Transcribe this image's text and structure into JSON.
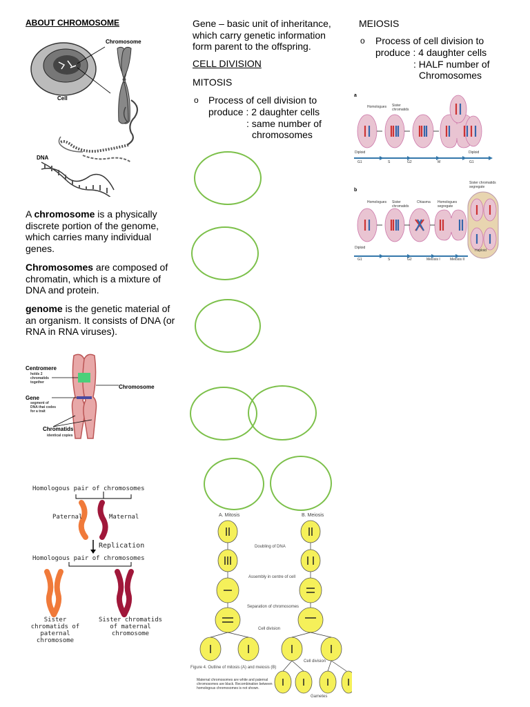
{
  "col1": {
    "heading": "ABOUT CHROMOSOME",
    "fig1_labels": {
      "chromosome": "Chromosome",
      "cell": "Cell",
      "dna": "DNA"
    },
    "p1_term": "chromosome",
    "p1_pre": "A",
    "p1_post": "is a physically discrete portion of the genome, which carries many individual genes.",
    "p2_term": "Chromosomes",
    "p2_post": "are composed of chromatin, which is a mixture of DNA and protein.",
    "p3_term": "genome",
    "p3_post": "is the genetic material of an organism. It consists of DNA (or RNA in RNA viruses).",
    "fig2": {
      "centromere": "Centromere",
      "centromere_sub": "holds 2 chromatids together",
      "gene": "Gene",
      "gene_sub": "segment of DNA that codes for a trait",
      "chromosome": "Chromosome",
      "chromatids": "Chromatids",
      "chromatids_sub": "identical copies"
    },
    "fig3": {
      "title1": "Homologous pair of chromosomes",
      "paternal": "Paternal",
      "maternal": "Maternal",
      "replication": "Replication",
      "title2": "Homologous pair of chromosomes",
      "sister_paternal": "Sister chromatids of paternal chromosome",
      "sister_maternal": "Sister chromatids of maternal chromosome"
    }
  },
  "col2": {
    "gene_def": "Gene – basic unit of inheritance, which carry genetic information form parent to the offspring.",
    "cell_division": "CELL DIVISION",
    "mitosis": "MITOSIS",
    "bullet": "o",
    "mitosis_line1": "Process of cell division to",
    "mitosis_line2": "produce : 2 daughter cells",
    "mitosis_line3": ": same number of",
    "mitosis_line4": "chromosomes",
    "fig4": {
      "a_title": "A. Mitosis",
      "b_title": "B. Meiosis",
      "step1": "Doubling of DNA",
      "step2": "Assembly in centre of cell",
      "step3": "Separation of chromosomes",
      "step4": "Cell division",
      "step5": "Cell division",
      "caption": "Figure 4. Outline of mitosis (A) and meiosis (B)",
      "note": "Maternal chromosomes are white and paternal chromosomes are black. Recombination between homologous chromosomes is not shown.",
      "gametes": "Gametes"
    }
  },
  "col3": {
    "meiosis": "MEIOSIS",
    "bullet": "o",
    "line1": "Process of cell division to",
    "line2": "produce : 4 daughter cells",
    "line3": ": HALF number of",
    "line4": "Chromosomes",
    "fig_a": {
      "tag": "a",
      "homologues": "Homologues",
      "sister": "Sister chromatids",
      "diploid_left": "Diploid",
      "diploid_right": "Diploid",
      "phases": [
        "G1",
        "S",
        "G2",
        "M",
        "G1"
      ]
    },
    "fig_b": {
      "tag": "b",
      "homologues": "Homologues",
      "sister": "Sister chromatids",
      "chiasma": "Chiasma",
      "hom_segregate": "Homologues segregate",
      "sister_segregate": "Sister chromatids segregate",
      "diploid": "Diploid",
      "haploid": "Haploid",
      "phases": [
        "G1",
        "S",
        "G2",
        "Meiosis I",
        "Meiosis II"
      ]
    }
  }
}
